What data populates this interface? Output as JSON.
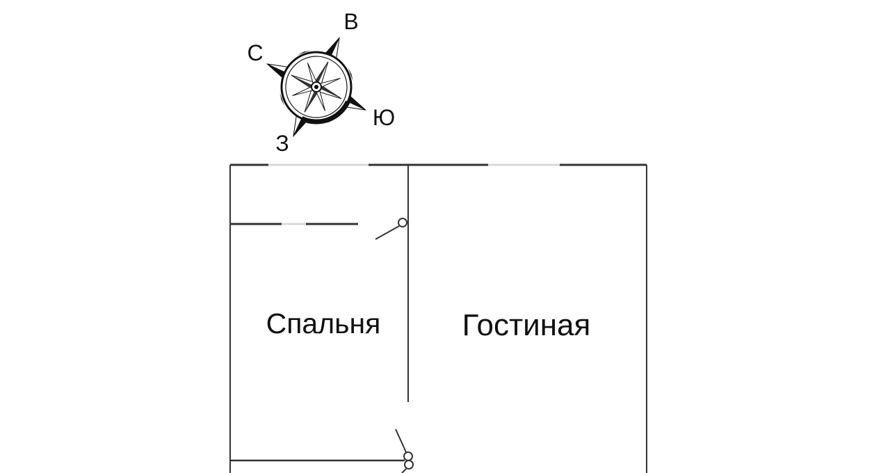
{
  "compass": {
    "north": "С",
    "east": "В",
    "south": "Ю",
    "west": "З"
  },
  "rooms": {
    "bedroom": "Спальня",
    "living_room": "Гостиная"
  },
  "colors": {
    "wall": "#333333",
    "window": "#d8d8d8",
    "ink": "#111111"
  }
}
